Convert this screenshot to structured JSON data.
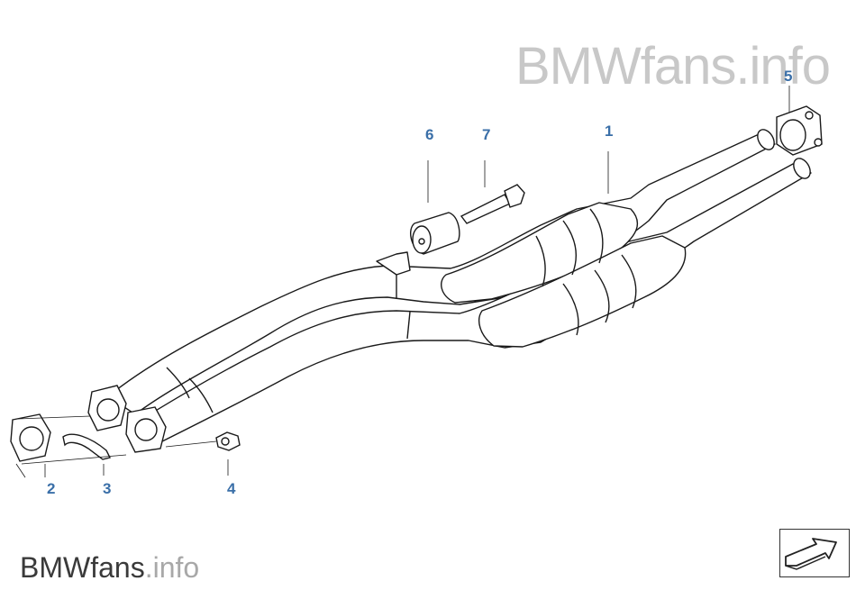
{
  "watermark_top": {
    "part1": "BMWfans",
    "part2": ".info"
  },
  "watermark_bottom": {
    "part1": "BMWfans",
    "part2": ".info"
  },
  "callouts": [
    {
      "id": "1",
      "label": "1"
    },
    {
      "id": "2",
      "label": "2"
    },
    {
      "id": "3",
      "label": "3"
    },
    {
      "id": "4",
      "label": "4"
    },
    {
      "id": "5",
      "label": "5"
    },
    {
      "id": "6",
      "label": "6"
    },
    {
      "id": "7",
      "label": "7"
    }
  ],
  "colors": {
    "callout": "#3a6fa8",
    "line": "#1a1a1a",
    "watermark": "#c8c8c8"
  },
  "nav_icon": "arrow-next-icon"
}
